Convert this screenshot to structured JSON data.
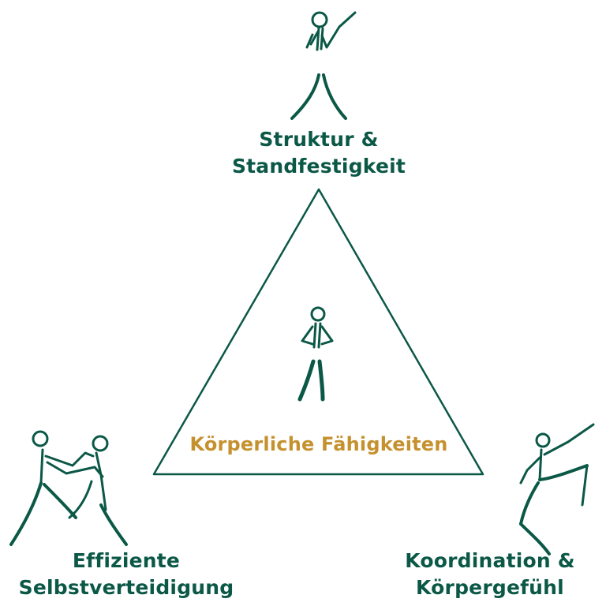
{
  "colors": {
    "green": "#0b5847",
    "gold": "#c5912f",
    "background": "#ffffff"
  },
  "nodes": {
    "top": {
      "line1": "Struktur &",
      "line2": "Standfestigkeit"
    },
    "left": {
      "line1": "Effiziente",
      "line2": "Selbstverteidigung"
    },
    "right": {
      "line1": "Koordination &",
      "line2": "Körpergefühl"
    },
    "center": {
      "label": "Körperliche Fähigkeiten"
    }
  },
  "icons": {
    "top": "cheering-stick-figure-icon",
    "center": "standing-stick-figure-icon",
    "left": "sparring-stick-figures-icon",
    "right": "kicking-stick-figure-icon"
  }
}
